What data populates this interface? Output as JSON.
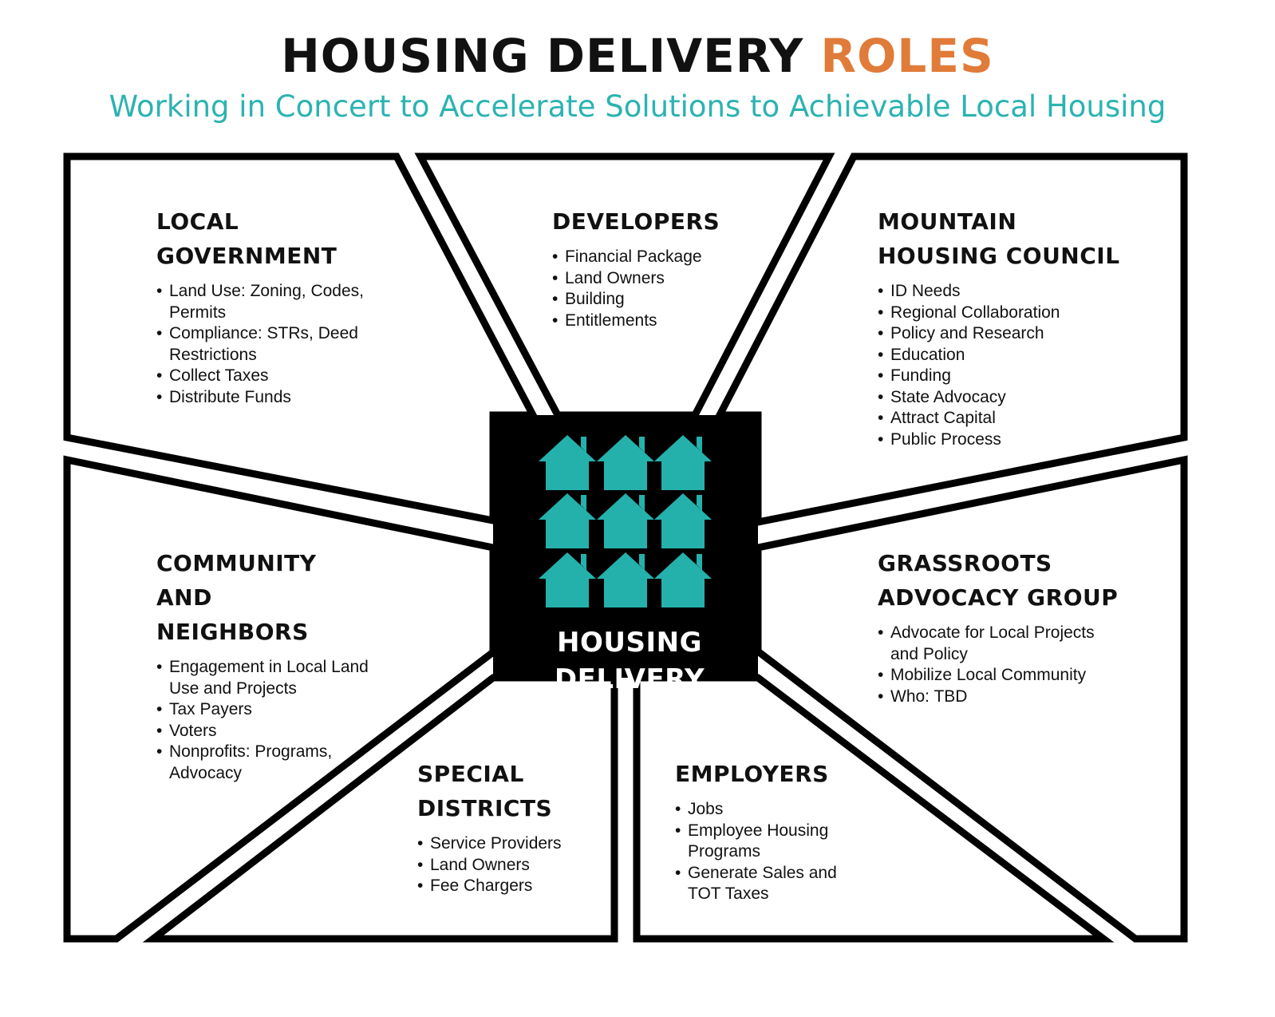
{
  "header": {
    "title_main": "HOUSING DELIVERY",
    "title_accent": "ROLES",
    "subtitle": "Working in Concert to Accelerate Solutions to Achievable Local Housing"
  },
  "colors": {
    "accent_orange": "#e07b39",
    "teal": "#2bb3b1",
    "house_teal": "#25b1ab",
    "black": "#000000"
  },
  "hub": {
    "label": "HOUSING DELIVERY",
    "icon": "house-icon",
    "house_count": 9
  },
  "sections": {
    "local_government": {
      "title_line1": "LOCAL GOVERNMENT",
      "items": [
        "Land Use: Zoning, Codes, Permits",
        "Compliance: STRs, Deed Restrictions",
        "Collect Taxes",
        "Distribute Funds"
      ]
    },
    "developers": {
      "title_line1": "DEVELOPERS",
      "items": [
        "Financial Package",
        "Land Owners",
        "Building",
        "Entitlements"
      ]
    },
    "mountain_housing_council": {
      "title_line1": "MOUNTAIN",
      "title_line2": "HOUSING COUNCIL",
      "items": [
        "ID Needs",
        "Regional Collaboration",
        "Policy and Research",
        "Education",
        "Funding",
        "State Advocacy",
        "Attract Capital",
        "Public Process"
      ]
    },
    "community_neighbors": {
      "title_line1": "COMMUNITY",
      "title_line2": "AND NEIGHBORS",
      "items": [
        "Engagement in Local Land Use and Projects",
        "Tax Payers",
        "Voters",
        "Nonprofits: Programs, Advocacy"
      ]
    },
    "grassroots": {
      "title_line1": "GRASSROOTS",
      "title_line2": "ADVOCACY GROUP",
      "items": [
        "Advocate for Local Projects and Policy",
        "Mobilize Local Community",
        "Who: TBD"
      ]
    },
    "special_districts": {
      "title_line1": "SPECIAL",
      "title_line2": "DISTRICTS",
      "items": [
        "Service Providers",
        "Land Owners",
        "Fee Chargers"
      ]
    },
    "employers": {
      "title_line1": "EMPLOYERS",
      "items": [
        "Jobs",
        "Employee Housing Programs",
        "Generate Sales and TOT Taxes"
      ]
    }
  }
}
